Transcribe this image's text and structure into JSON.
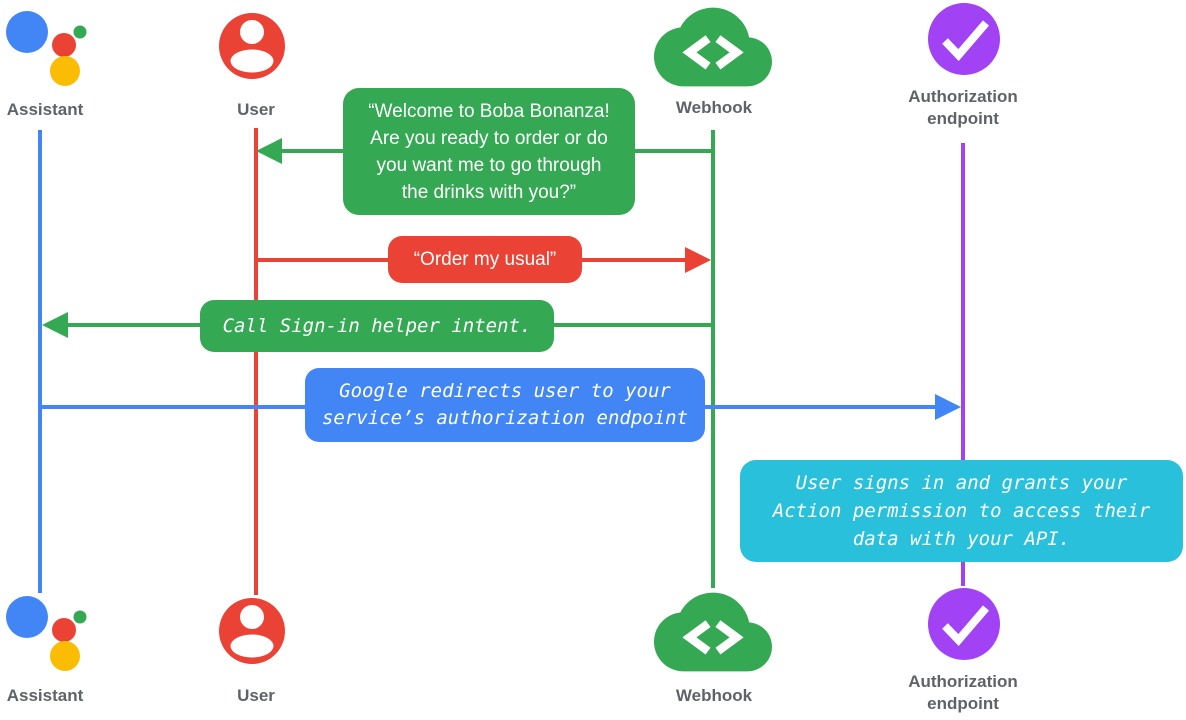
{
  "colors": {
    "blue": "#4285F4",
    "red": "#EA4335",
    "green": "#34A853",
    "purple": "#A142F4",
    "cyan": "#29C0DB",
    "yellow": "#FBBC04",
    "label_gray": "#5F6368",
    "text_on_box": "#FFFFFF"
  },
  "actors": {
    "assistant": {
      "label": "Assistant",
      "icon": "google-assistant-logo"
    },
    "user": {
      "label": "User",
      "icon": "person-circle-icon"
    },
    "webhook": {
      "label": "Webhook",
      "icon": "cloud-code-icon"
    },
    "authorization": {
      "label": "Authorization\nendpoint",
      "icon": "check-circle-icon"
    }
  },
  "messages": {
    "welcome": {
      "text": "“Welcome to Boba Bonanza!\nAre you ready to order or do\nyou want me to go through\nthe drinks with you?”",
      "from": "Webhook",
      "to": "User",
      "color": "green",
      "style": "speech"
    },
    "order": {
      "text": "“Order my usual”",
      "from": "User",
      "to": "Webhook",
      "color": "red",
      "style": "speech"
    },
    "call_signin": {
      "text": "Call Sign-in helper intent.",
      "from": "Webhook",
      "to": "Assistant",
      "color": "green",
      "style": "system"
    },
    "redirect": {
      "text": "Google redirects user to your\nservice’s authorization endpoint",
      "from": "Assistant",
      "to": "Authorization endpoint",
      "color": "blue",
      "style": "system"
    },
    "signin_grant": {
      "text": "User signs in and grants your\nAction permission to access their\ndata with your API.",
      "at": "Authorization endpoint",
      "color": "cyan",
      "style": "note"
    }
  }
}
